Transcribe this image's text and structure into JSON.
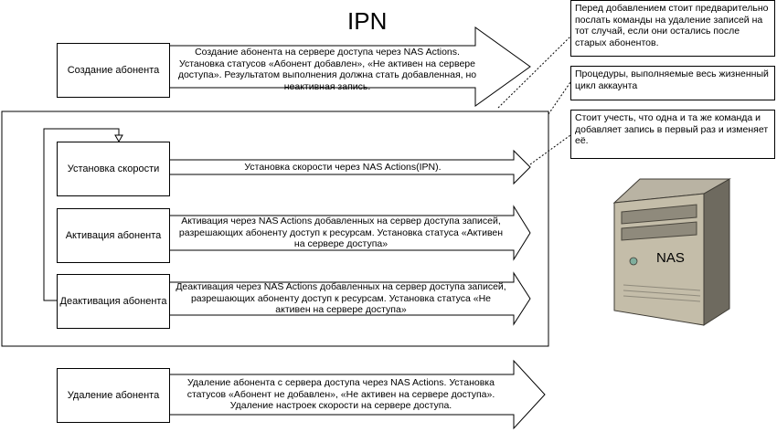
{
  "title": "IPN",
  "stages": {
    "create": {
      "label": "Создание абонента",
      "desc": "Создание абонента на сервере доступа через NAS Actions. Установка статусов «Абонент добавлен», «Не активен на сервере доступа». Результатом выполнения должна стать добавленная, но неактивная запись."
    },
    "speed": {
      "label": "Установка скорости",
      "desc": "Установка скорости через NAS Actions(IPN)."
    },
    "activate": {
      "label": "Активация абонента",
      "desc": "Активация через NAS Actions добавленных на сервер доступа записей, разрешающих абоненту доступ к ресурсам. Установка статуса «Активен на сервере доступа»"
    },
    "deactivate": {
      "label": "Деактивация абонента",
      "desc": "Деактивация через NAS Actions добавленных на сервер доступа записей, разрешающих абоненту доступ к ресурсам. Установка статуса «Не активен на сервере доступа»"
    },
    "delete": {
      "label": "Удаление абонента",
      "desc": "Удаление абонента с сервера доступа через NAS Actions. Установка статусов «Абонент не добавлен», «Не активен на сервере доступа». Удаление настроек скорости на сервере доступа."
    }
  },
  "notes": {
    "before_add": "Перед добавлением стоит предварительно послать команды на удаление записей на тот случай, если они остались после старых абонентов.",
    "lifecycle": "Процедуры, выполняемые весь жизненный цикл аккаунта",
    "same_command": "Стоит учесть, что одна и та же команда и добавляет запись в первый раз и изменяет её."
  },
  "server": {
    "label": "NAS",
    "icon": "server-icon"
  }
}
